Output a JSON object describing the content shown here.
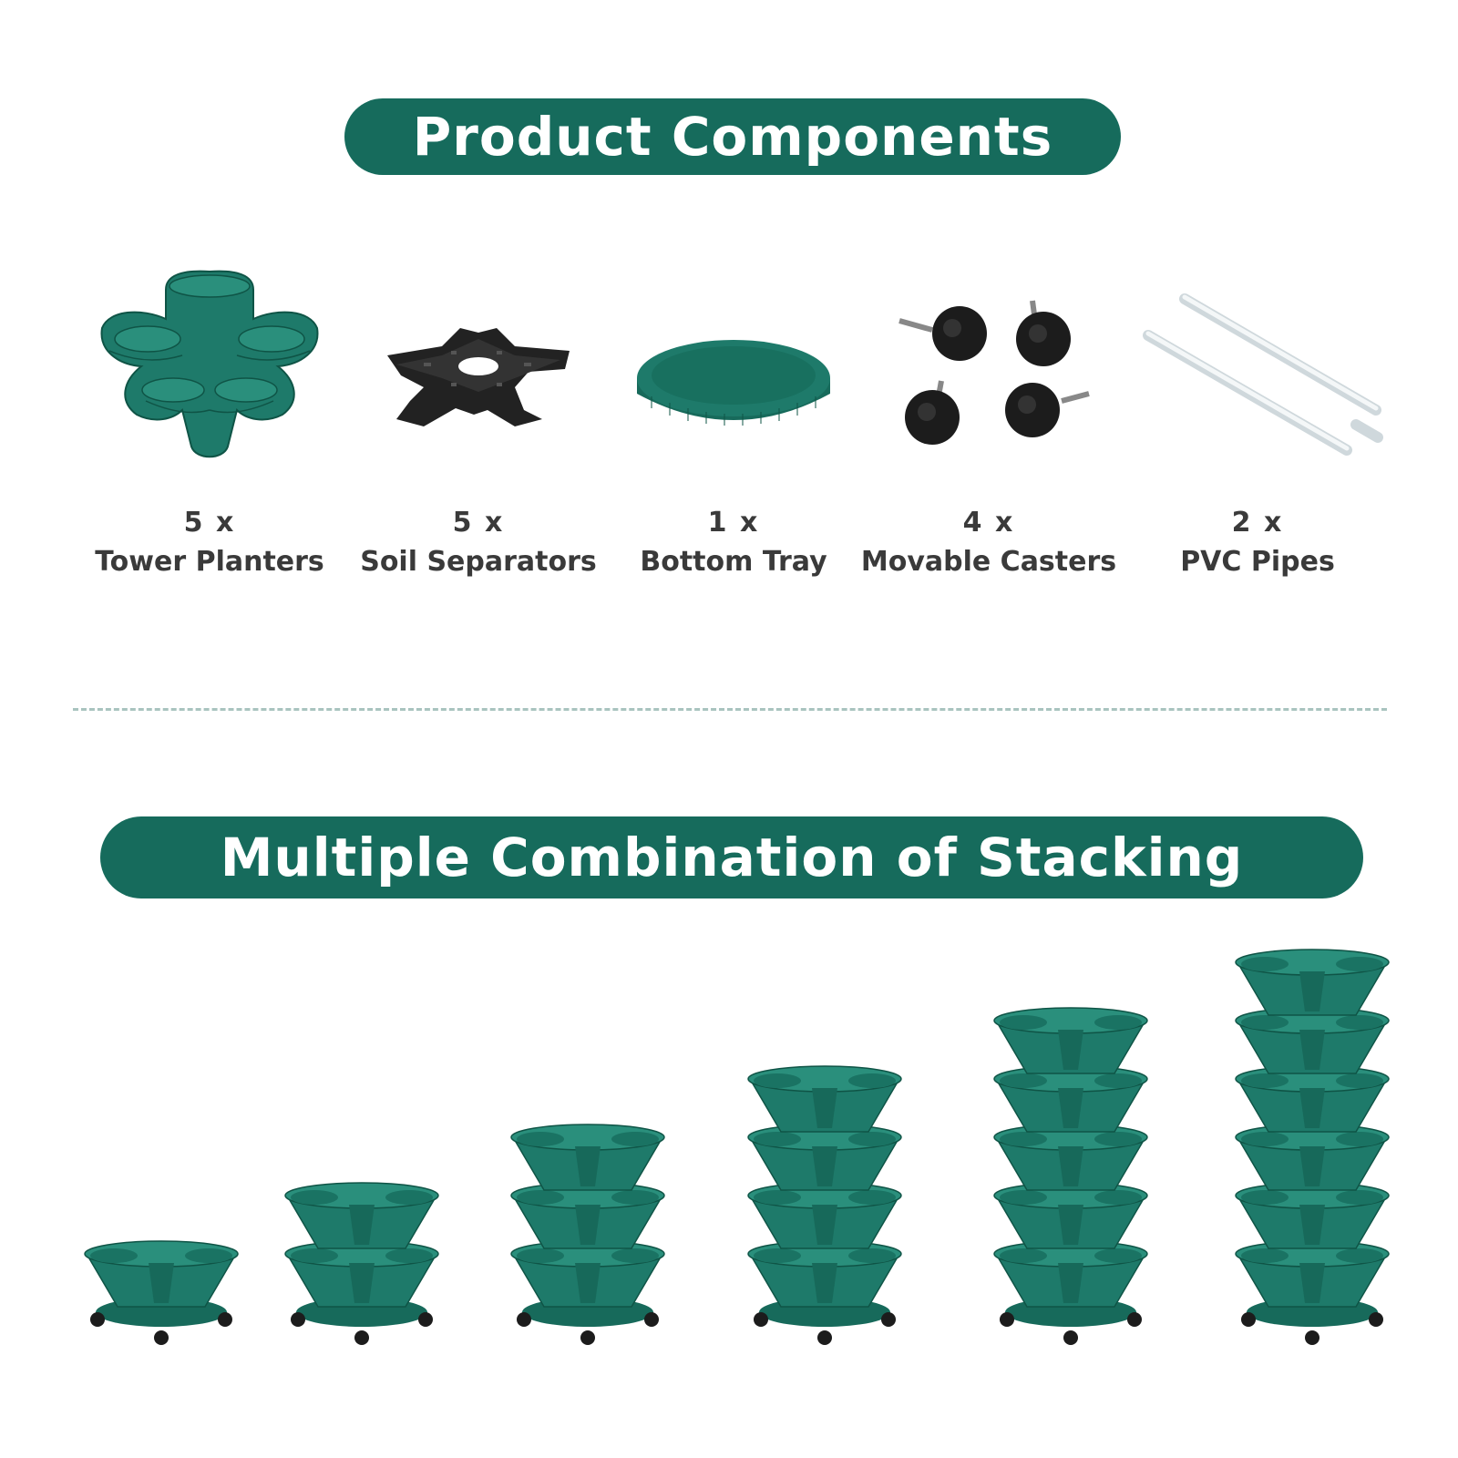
{
  "sections": {
    "components_title": "Product Components",
    "stacking_title": "Multiple Combination of Stacking"
  },
  "components": [
    {
      "qty": "5 x",
      "name": "Tower Planters",
      "icon": "tower-planter-icon"
    },
    {
      "qty": "5 x",
      "name": "Soil Separators",
      "icon": "soil-separator-icon"
    },
    {
      "qty": "1 x",
      "name": "Bottom Tray",
      "icon": "bottom-tray-icon"
    },
    {
      "qty": "4 x",
      "name": "Movable Casters",
      "icon": "caster-icon"
    },
    {
      "qty": "2 x",
      "name": "PVC Pipes",
      "icon": "pvc-pipe-icon"
    }
  ],
  "stacking_options": [
    {
      "tiers": 1
    },
    {
      "tiers": 2
    },
    {
      "tiers": 3
    },
    {
      "tiers": 4
    },
    {
      "tiers": 5
    },
    {
      "tiers": 6
    }
  ],
  "colors": {
    "brand_green": "#166b5c",
    "planter_teal": "#1e7a6a",
    "text_dark": "#3a3a3a",
    "divider": "#a9c4bf"
  }
}
